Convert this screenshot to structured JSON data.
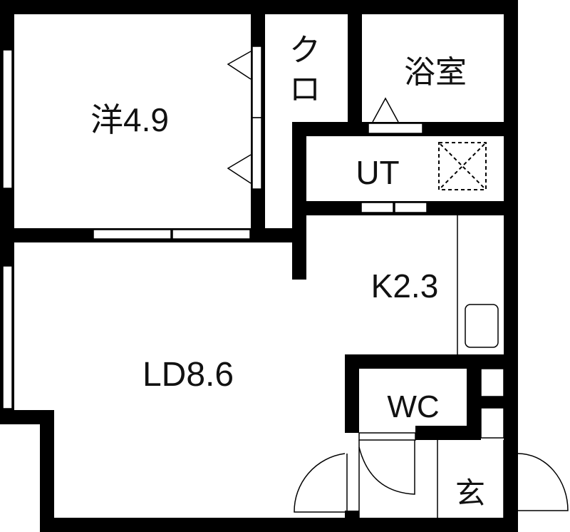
{
  "floor_plan": {
    "rooms": [
      {
        "id": "western-room",
        "label": "洋4.9",
        "type": "洋室",
        "size_jo": 4.9
      },
      {
        "id": "closet",
        "label": "クロ",
        "type": "クローゼット"
      },
      {
        "id": "bathroom",
        "label": "浴室",
        "type": "浴室"
      },
      {
        "id": "utility",
        "label": "UT",
        "type": "洗面脱衣所"
      },
      {
        "id": "kitchen",
        "label": "K2.3",
        "type": "キッチン",
        "size_jo": 2.3
      },
      {
        "id": "living-dining",
        "label": "LD8.6",
        "type": "リビングダイニング",
        "size_jo": 8.6
      },
      {
        "id": "toilet",
        "label": "WC",
        "type": "トイレ"
      },
      {
        "id": "entrance",
        "label": "玄",
        "type": "玄関"
      }
    ],
    "colors": {
      "wall": "#000000",
      "background": "#ffffff",
      "text": "#111111"
    }
  }
}
